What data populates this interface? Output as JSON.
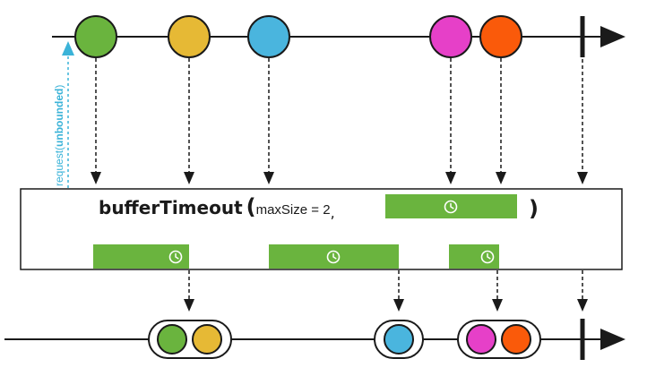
{
  "request_label": {
    "prefix": "request(",
    "value": "unbounded",
    "suffix": ")"
  },
  "operator": {
    "name": "bufferTimeout",
    "open_paren": "(",
    "param_label": "maxSize = 2",
    "separator": ",",
    "close_paren": ")"
  },
  "colors": {
    "green": "#6ab43e",
    "yellow": "#e6b935",
    "blue": "#4ab5de",
    "magenta": "#e640c8",
    "orange": "#fa5a0a",
    "timeout_bar": "#6ab43e",
    "request_arrow": "#3bb3d8",
    "line": "#1a1a1a"
  },
  "input_events": [
    "green",
    "yellow",
    "blue",
    "magenta",
    "orange"
  ],
  "output_buffers": [
    [
      "green",
      "yellow"
    ],
    [
      "blue"
    ],
    [
      "magenta",
      "orange"
    ]
  ],
  "icons": {
    "timeout": "clock-icon",
    "completion": "completion-marker"
  }
}
